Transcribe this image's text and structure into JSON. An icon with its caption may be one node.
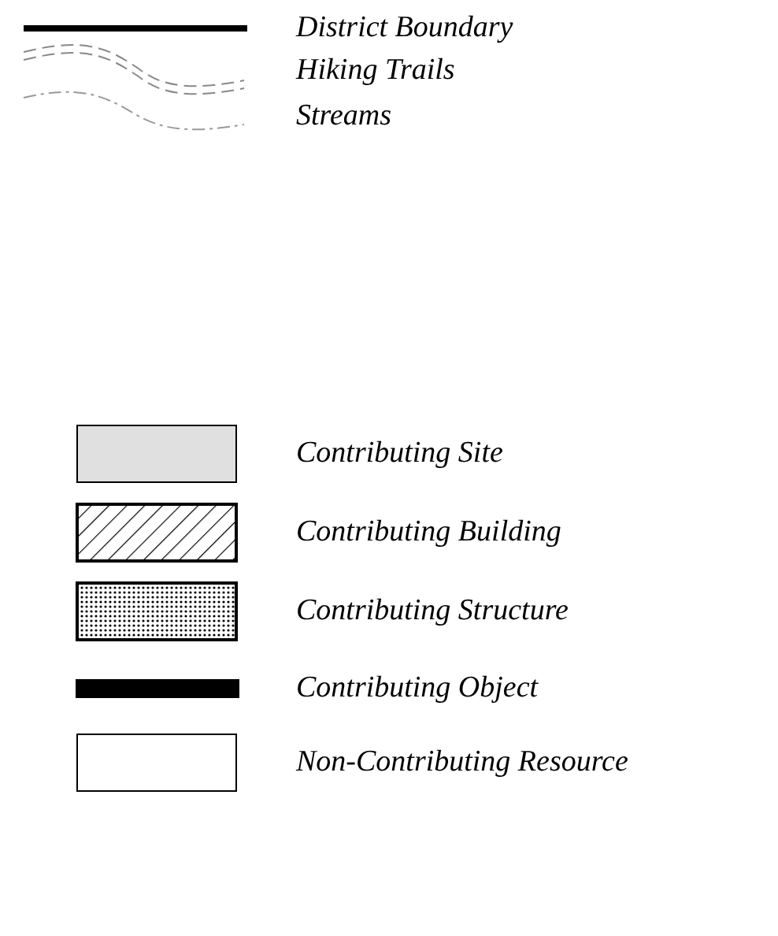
{
  "diagram": {
    "legend": [
      {
        "text": "District Boundary"
      },
      {
        "text": "Hiking Trails"
      },
      {
        "text": "Streams"
      },
      {
        "text": "Contributing Site",
        "color": "#e0e0e0"
      },
      {
        "text": "Contributing Building"
      },
      {
        "text": "Contributing Structure"
      },
      {
        "text": "Contributing Object",
        "color": "#000000"
      },
      {
        "text": "Non-Contributing Resource"
      }
    ]
  }
}
